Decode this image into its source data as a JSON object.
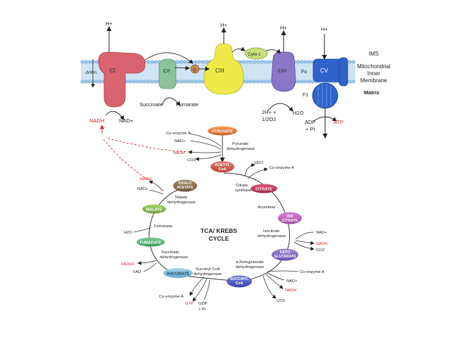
{
  "membrane": {
    "ims": "IMS",
    "inner_1": "Mitochondrial",
    "inner_2": "Inner",
    "inner_3": "Membrane",
    "matrix": "Matrix",
    "delta_psi": "-ΔΨm",
    "h_plus": "H+"
  },
  "complexes": {
    "ci": "CI",
    "cii": "CII",
    "q": "Q",
    "ciii": "CIII",
    "cyto_c": "Cyto c",
    "civ": "CIV",
    "cv": "CV",
    "fo": "Fo",
    "f1": "F1"
  },
  "etc_labels": {
    "nadh": "NADH",
    "nad": "NAD+",
    "succinate": "Succinate",
    "fumarate": "Fumarate",
    "two_h": "2H+ +",
    "half_o2": "1/2O2",
    "h2o": "H2O",
    "adp": "ADP",
    "pi": "+ Pi",
    "atp": "ATP"
  },
  "cycle": {
    "title_1": "TCA/ KREBS",
    "title_2": "CYCLE",
    "nodes": {
      "pyruvate": "PYRUVATE",
      "acetyl_1": "ACETYL",
      "acetyl_2": "CoA",
      "citrate": "CITRATE",
      "iso_1": "ISO",
      "iso_2": "CITRATE",
      "keto_1": "KETO",
      "keto_2": "GLUTARATE",
      "succoa_1": "SUCCINYL",
      "succoa_2": "CoA",
      "succinate": "SUCCINATE",
      "fumarate": "FUMARATE",
      "malate": "MALATE",
      "oxalo_1": "OXALO",
      "oxalo_2": "ACETATE"
    },
    "enzymes": {
      "pdh_1": "Pyruvate",
      "pdh_2": "dehydrogenase",
      "cs_1": "Citrate",
      "cs_2": "synthase",
      "aconitase": "Aconitase",
      "idh_1": "Isocitrate",
      "idh_2": "dehydrogenase",
      "akg_1": "α-Ketoglutarate",
      "akg_2": "dehydrogenase",
      "scs_1": "Succinyl CoA",
      "scs_2": "dehydrogenase",
      "sdh_1": "Succinate",
      "sdh_2": "dehydrogenase",
      "fumarase": "Fumarase",
      "mdh_1": "Malate",
      "mdh_2": "dehydrogenase"
    },
    "cofactors": {
      "coa_pyr": "Co-enzyme A",
      "nad_pyr": "NAD+",
      "nadh_pyr": "NADH",
      "co2_pyr": "CO2",
      "h2o_cit": "H2O",
      "coa_cit": "Co-enzyme A",
      "nad_iso": "NAD+",
      "nadh_iso": "NADH",
      "co2_iso": "CO2",
      "coa_keto": "Co-enzyme A",
      "nad_keto": "NAD+",
      "nadh_keto": "NADH",
      "co2_keto": "CO2",
      "coa_succ": "Co-enzyme A",
      "gtp": "GTP",
      "gdp": "GDP",
      "pi_succ": "+ Pi",
      "fadh2": "FADH2",
      "fad": "FAD",
      "h2o_fum": "H2O",
      "nadh_mal": "NADH",
      "nad_mal": "NAD+"
    }
  },
  "colors": {
    "membrane": "#9ec9ea",
    "ci": "#d9636e",
    "cii": "#8cc49a",
    "ciii": "#f0ea48",
    "cyto_c": "#c9e07a",
    "civ": "#8b77c7",
    "cv": "#2f63c9",
    "accent_red": "#d2232a"
  }
}
